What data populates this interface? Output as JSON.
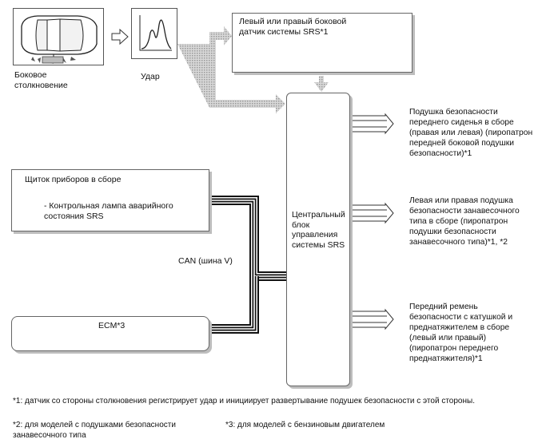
{
  "car_caption": "Боковое\nстолкновение",
  "impact_caption": "Удар",
  "sensor_label": "Левый или правый боковой\nдатчик системы SRS*1",
  "instrument_title": "Щиток приборов в сборе",
  "instrument_item": "- Контрольная лампа аварийного\nсостояния SRS",
  "ecm_label": "ECM*3",
  "can_label": "CAN (шина V)",
  "center_label": "Центральный\nблок\nуправления\nсистемы SRS",
  "outputs": [
    "Подушка безопасности\nпереднего сиденья в сборе\n(правая или левая) (пиропатрон\nпередней боковой подушки\nбезопасности)*1",
    "Левая или правая подушка\nбезопасности занавесочного\nтипа в сборе (пиропатрон\nподушки безопасности\nзанавесочного типа)*1, *2",
    "Передний ремень\nбезопасности с катушкой и\nпреднатяжителем в сборе\n(левый или правый)\n(пиропатрон переднего\nпреднатяжителя)*1"
  ],
  "footnotes": {
    "note1": "*1: датчик со стороны столкновения регистрирует удар и инициирует развертывание подушек безопасности с этой стороны.",
    "note2": "*2: для моделей с подушками безопасности\nзанавесочного типа",
    "note3": "*3: для моделей с бензиновым двигателем"
  }
}
